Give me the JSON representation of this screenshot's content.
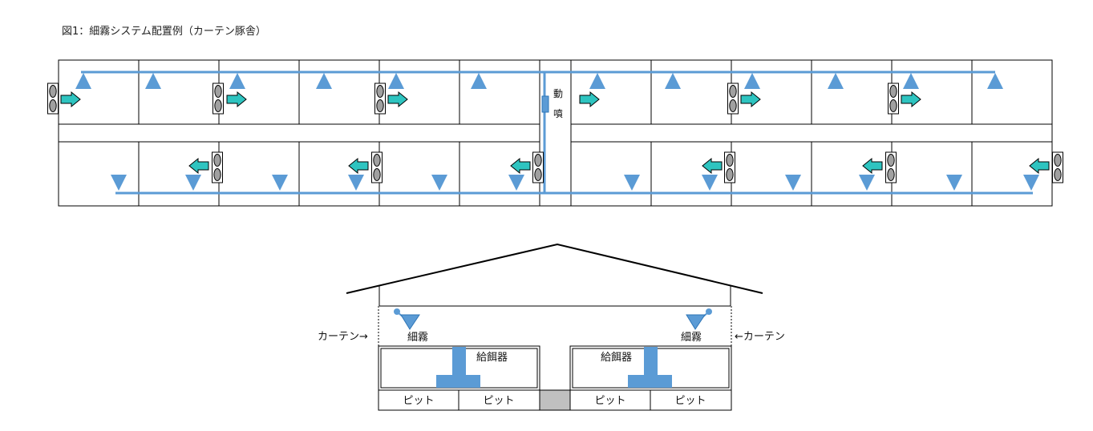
{
  "title": "図1：細霧システム配置例（カーテン豚舎）",
  "plan": {
    "pump_label_1": "動",
    "pump_label_2": "噴"
  },
  "section": {
    "curtain_left": "カーテン→",
    "curtain_right": "←カーテン",
    "mist_left": "細霧",
    "mist_right": "細霧",
    "feeder_left": "給餌器",
    "feeder_right": "給餌器",
    "pits": [
      "ピット",
      "ピット",
      "ピット",
      "ピット"
    ]
  },
  "colors": {
    "pipe": "#5b9bd5",
    "nozzle": "#5b9bd5",
    "arrow": "#2ec4c0",
    "fan": "#a0a0a0",
    "aisle": "#c0c0c0",
    "line": "#000000"
  }
}
